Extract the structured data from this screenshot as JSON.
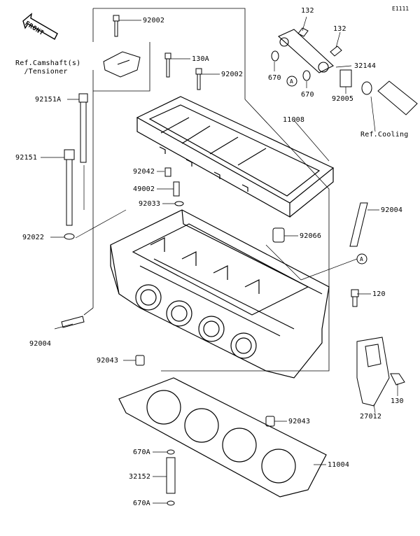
{
  "diagram_code": "E1111",
  "front_label": "FRONT",
  "ref_camshaft": "Ref.Camshaft(s)\n  /Tensioner",
  "ref_cooling": "Ref.Cooling",
  "circle_marker": "A",
  "parts": {
    "p92002_top": "92002",
    "p130A": "130A",
    "p92002_mid": "92002",
    "p92151A": "92151A",
    "p11008": "11008",
    "p92151": "92151",
    "p92042": "92042",
    "p49002": "49002",
    "p92033": "92033",
    "p92022": "92022",
    "p92004_right": "92004",
    "p92066": "92066",
    "p120": "120",
    "p92004_left": "92004",
    "p92043_left": "92043",
    "p27012": "27012",
    "p130": "130",
    "p92043_right": "92043",
    "p670A_top": "670A",
    "p11004": "11004",
    "p32152": "32152",
    "p670A_bottom": "670A",
    "p132_top": "132",
    "p132_right": "132",
    "p32144": "32144",
    "p670_left": "670",
    "p670_right": "670",
    "p92005": "92005"
  }
}
